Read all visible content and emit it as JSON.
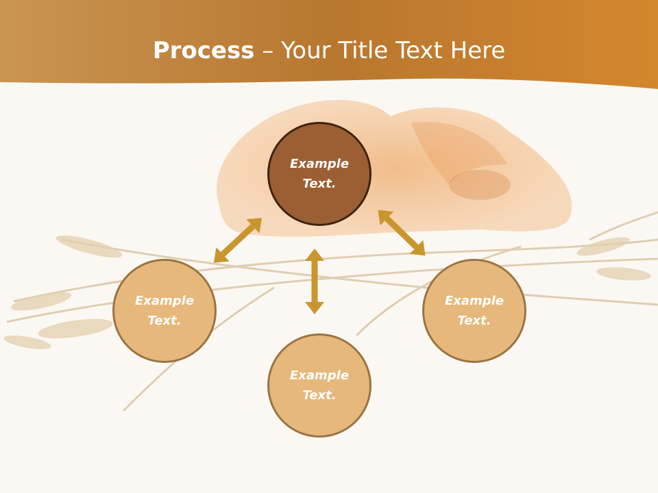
{
  "title": {
    "bold": "Process",
    "rest": " – Your Title Text Here"
  },
  "nodes": {
    "top": "Example Text.",
    "left": "Example Text.",
    "bottom": "Example Text.",
    "right": "Example Text."
  },
  "colors": {
    "header": "#c98a3a",
    "node_dark": "#9b5f33",
    "node_light": "#e6b87c",
    "arrow": "#c9962e"
  }
}
